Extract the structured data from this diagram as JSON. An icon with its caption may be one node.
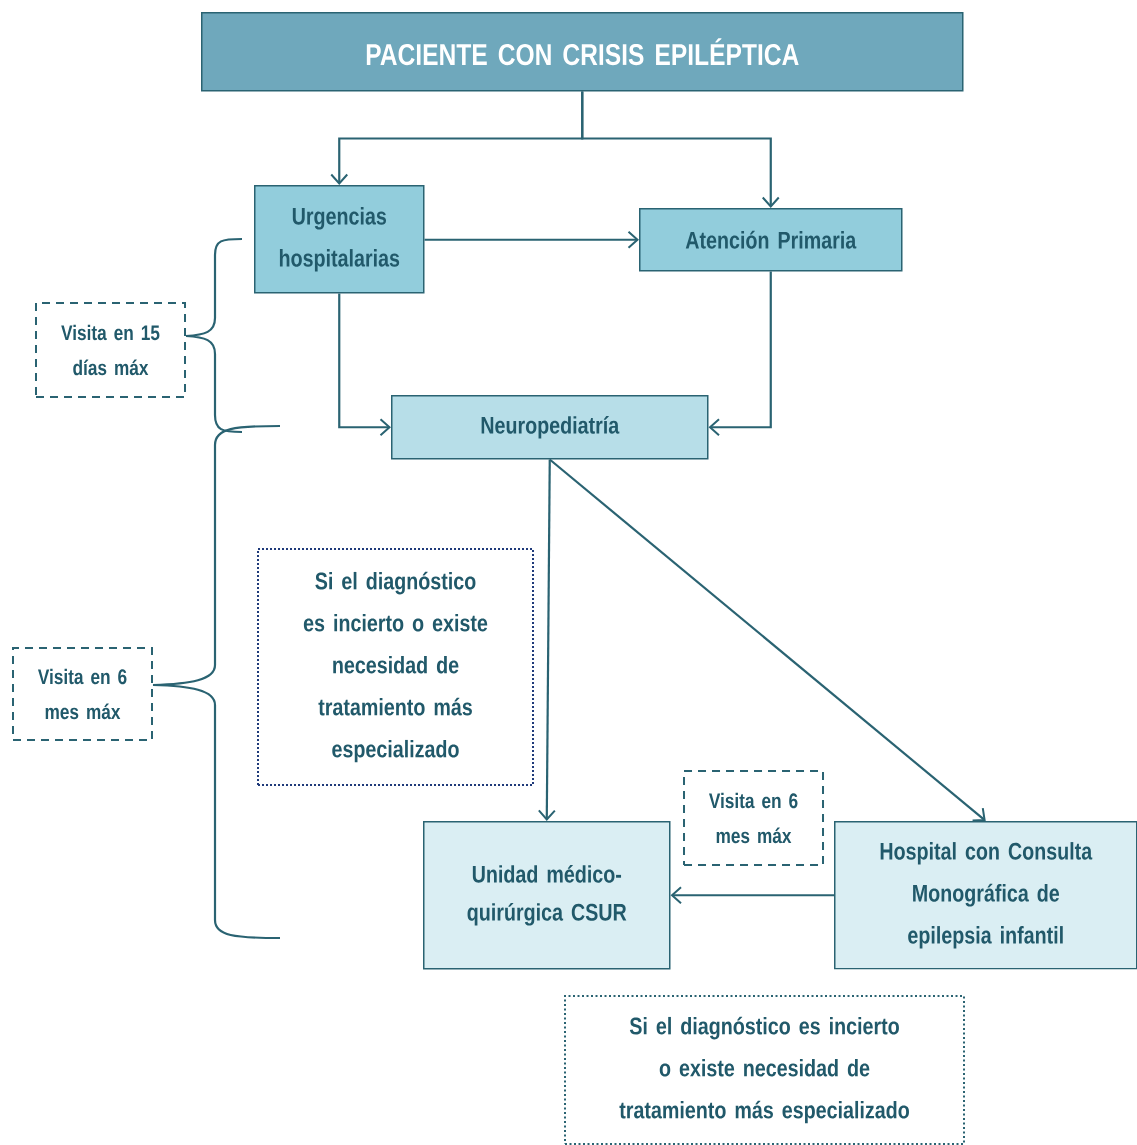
{
  "diagram": {
    "nodes": [
      {
        "text": [
          "PACIENTE CON CRISIS EPILÉPTICA"
        ]
      },
      {
        "text": [
          "Urgencias hospitalarias"
        ]
      },
      {
        "text": [
          "Atención Primaria"
        ]
      },
      {
        "text": [
          "Neuropediatría"
        ]
      },
      {
        "text": [
          "Unidad médico- quirúrgica CSUR"
        ]
      },
      {
        "text": [
          "Hospital con Consulta Monográfica de epilepsia infantil"
        ]
      },
      {
        "text": [
          "Visita en 15 días máx"
        ]
      },
      {
        "text": [
          "Visita en 6 mes máx"
        ]
      },
      {
        "text": [
          "Si el diagnóstico es incierto  o existe necesidad de tratamiento más especializado"
        ]
      },
      {
        "text": [
          "Visita en 6 mes máx"
        ]
      },
      {
        "text": [
          "Si el diagnóstico es incierto  o existe necesidad de tratamiento más especializado"
        ]
      }
    ],
    "edges": [
      {
        "from": 0,
        "to": 1,
        "arrow": "to"
      },
      {
        "from": 0,
        "to": 2,
        "arrow": "to"
      },
      {
        "from": 1,
        "to": 2,
        "arrow": "to"
      },
      {
        "from": 1,
        "to": 3,
        "arrow": "to"
      },
      {
        "from": 2,
        "to": 3,
        "arrow": "to"
      },
      {
        "from": 3,
        "to": 4,
        "arrow": "to"
      },
      {
        "from": 3,
        "to": 5,
        "arrow": "to"
      },
      {
        "from": 5,
        "to": 4,
        "arrow": "to"
      }
    ]
  }
}
